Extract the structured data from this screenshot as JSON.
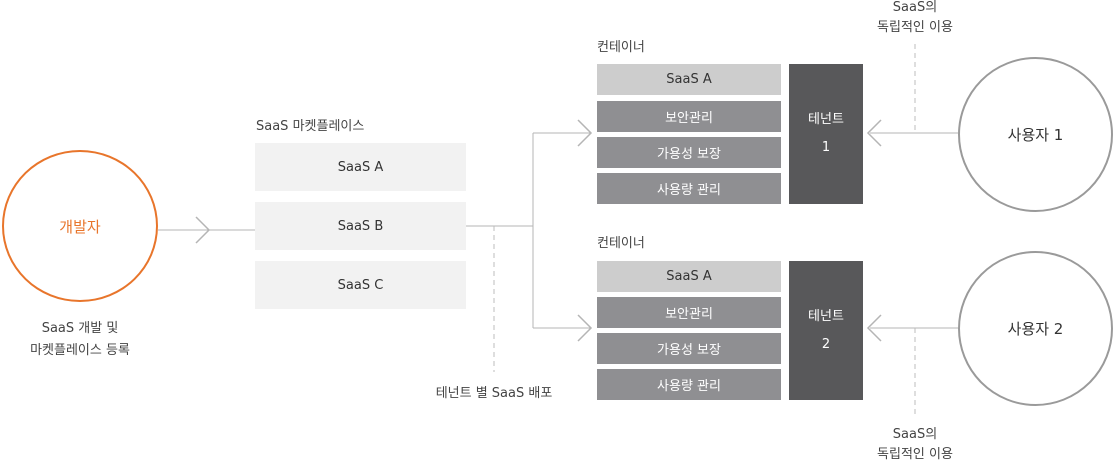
{
  "developer": {
    "label": "개발자",
    "caption_line1": "SaaS 개발 및",
    "caption_line2": "마켓플레이스 등록"
  },
  "marketplace": {
    "title": "SaaS 마켓플레이스",
    "items": [
      "SaaS A",
      "SaaS B",
      "SaaS C"
    ]
  },
  "deploy_caption": "테넌트 별 SaaS 배포",
  "containers": [
    {
      "title": "컨테이너",
      "services": [
        "SaaS A",
        "보안관리",
        "가용성 보장",
        "사용량 관리"
      ],
      "tenant_line1": "테넌트",
      "tenant_line2": "1"
    },
    {
      "title": "컨테이너",
      "services": [
        "SaaS A",
        "보안관리",
        "가용성 보장",
        "사용량 관리"
      ],
      "tenant_line1": "테넌트",
      "tenant_line2": "2"
    }
  ],
  "users": [
    {
      "label": "사용자 1",
      "note_line1": "SaaS의",
      "note_line2": "독립적인 이용"
    },
    {
      "label": "사용자 2",
      "note_line1": "SaaS의",
      "note_line2": "독립적인 이용"
    }
  ],
  "colors": {
    "accent": "#e8752b",
    "tenant_bg": "#58585a",
    "service_dark": "#8f8f92",
    "service_light": "#cdcdcd",
    "marketplace_box": "#f2f2f2"
  }
}
